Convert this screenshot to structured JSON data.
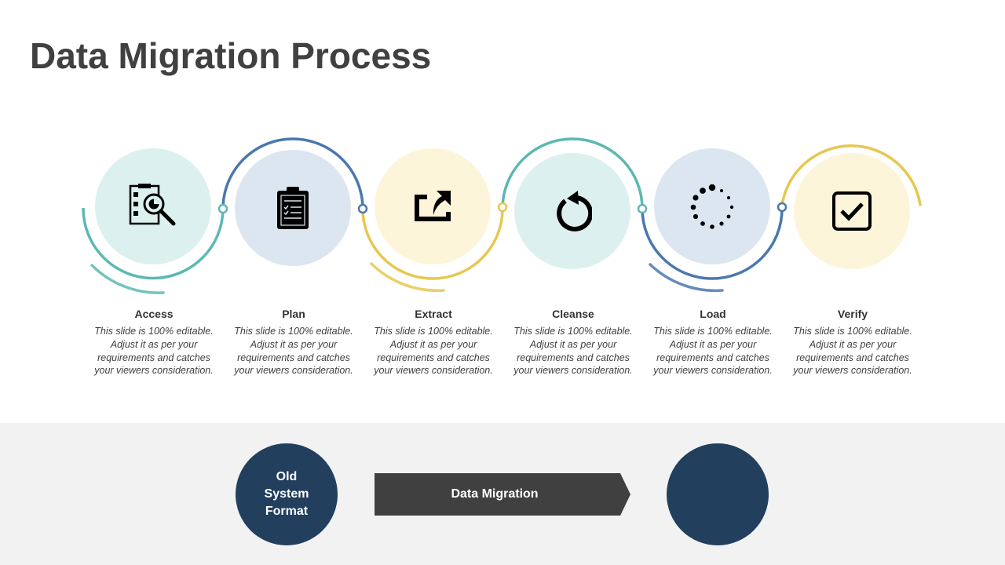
{
  "title": "Data Migration Process",
  "colors": {
    "teal": "#5cb8b2",
    "blue": "#4a78ad",
    "yellow": "#e6c84f",
    "teal_fill": "#dcf0ef",
    "blue_fill": "#dce6f1",
    "yellow_fill": "#fcf5da",
    "node_fill": "#223f5e",
    "arrow_fill": "#404040",
    "footer_bg": "#f2f2f2"
  },
  "steps": [
    {
      "title": "Access",
      "icon": "report-magnifier-icon",
      "description": "This slide is 100% editable. Adjust it as per your requirements and catches your viewers consideration."
    },
    {
      "title": "Plan",
      "icon": "clipboard-checklist-icon",
      "description": "This slide is 100% editable. Adjust it as per your requirements and catches your viewers consideration."
    },
    {
      "title": "Extract",
      "icon": "export-arrow-icon",
      "description": "This slide is 100% editable. Adjust it as per your requirements and catches your viewers consideration."
    },
    {
      "title": "Cleanse",
      "icon": "refresh-icon",
      "description": "This slide is 100% editable. Adjust it as per your requirements and catches your viewers consideration."
    },
    {
      "title": "Load",
      "icon": "loading-spinner-icon",
      "description": "This slide is 100% editable. Adjust it as per your requirements and catches your viewers consideration."
    },
    {
      "title": "Verify",
      "icon": "checkbox-checked-icon",
      "description": "This slide is 100% editable. Adjust it as per your requirements and catches your viewers consideration."
    }
  ],
  "flow": {
    "source_label": "Old System Format",
    "arrow_label": "Data Migration",
    "target_label": ""
  }
}
